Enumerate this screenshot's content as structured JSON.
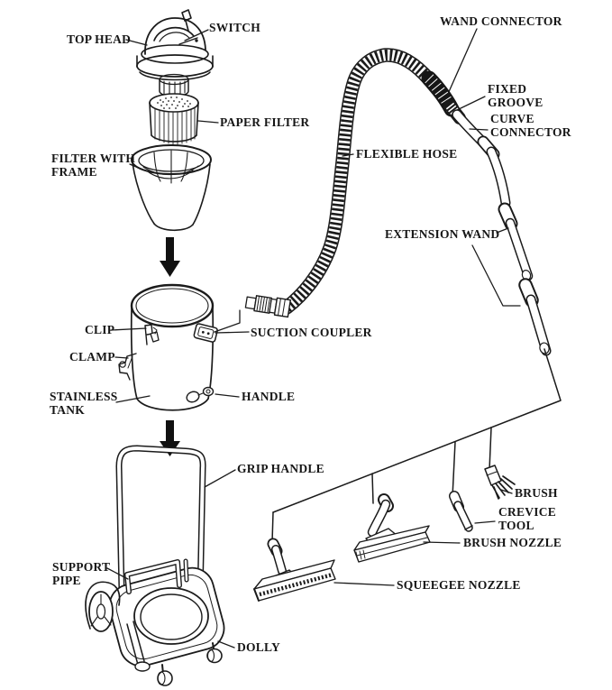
{
  "figure": {
    "kind": "exploded parts diagram",
    "background_color": "#ffffff",
    "line_color": "#1b1b1b",
    "arrow_color": "#111111",
    "label_color": "#161616"
  },
  "diagram": {
    "parts": [
      {
        "id": "top-head",
        "label": "TOP HEAD"
      },
      {
        "id": "switch",
        "label": "SWITCH"
      },
      {
        "id": "wand-connector",
        "label": "WAND CONNECTOR"
      },
      {
        "id": "paper-filter",
        "label": "PAPER FILTER"
      },
      {
        "id": "fixed-groove",
        "label": "FIXED\nGROOVE"
      },
      {
        "id": "curve-connector",
        "label": "CURVE\nCONNECTOR"
      },
      {
        "id": "filter-with-frame",
        "label": "FILTER WITH\nFRAME"
      },
      {
        "id": "flexible-hose",
        "label": "FLEXIBLE HOSE"
      },
      {
        "id": "extension-wand",
        "label": "EXTENSION WAND"
      },
      {
        "id": "clip",
        "label": "CLIP"
      },
      {
        "id": "suction-coupler",
        "label": "SUCTION COUPLER"
      },
      {
        "id": "clamp",
        "label": "CLAMP"
      },
      {
        "id": "stainless-tank",
        "label": "STAINLESS\nTANK"
      },
      {
        "id": "handle",
        "label": "HANDLE"
      },
      {
        "id": "grip-handle",
        "label": "GRIP HANDLE"
      },
      {
        "id": "brush",
        "label": "BRUSH"
      },
      {
        "id": "crevice-tool",
        "label": "CREVICE\nTOOL"
      },
      {
        "id": "brush-nozzle",
        "label": "BRUSH NOZZLE"
      },
      {
        "id": "support-pipe",
        "label": "SUPPORT\nPIPE"
      },
      {
        "id": "squeegee-nozzle",
        "label": "SQUEEGEE NOZZLE"
      },
      {
        "id": "dolly",
        "label": "DOLLY"
      }
    ]
  }
}
